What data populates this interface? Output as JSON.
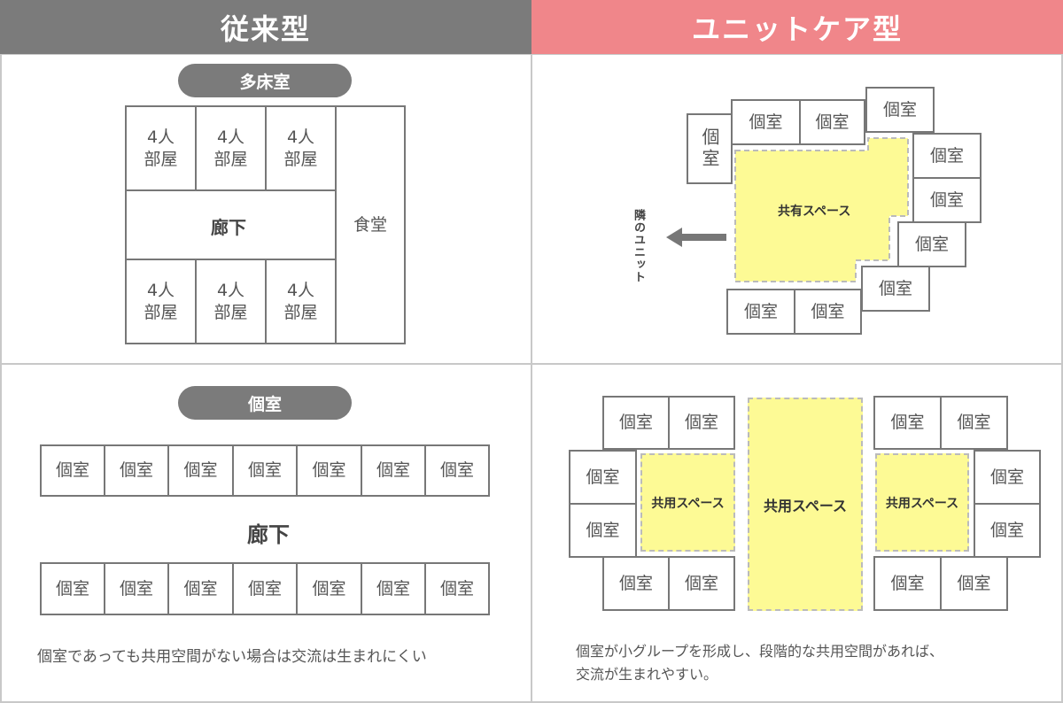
{
  "headers": {
    "traditional": "従来型",
    "unit_care": "ユニットケア型"
  },
  "colors": {
    "traditional_header": "#7b7b7b",
    "unit_header": "#f0868a",
    "shared_space": "#fdfa95"
  },
  "tl": {
    "pill": "多床室",
    "room4_line1": "4人",
    "room4_line2": "部屋",
    "corridor": "廊下",
    "dining": "食堂"
  },
  "bl": {
    "pill": "個室",
    "room": "個室",
    "corridor": "廊下",
    "caption": "個室であっても共用空間がない場合は交流は生まれにくい"
  },
  "tr": {
    "room": "個室",
    "shared": "共有スペース",
    "arrow_label": "隣のユニット"
  },
  "br": {
    "room": "個室",
    "shared_small": "共用スペース",
    "shared_center": "共用スペース",
    "caption_line1": "個室が小グループを形成し、段階的な共用空間があれば、",
    "caption_line2": "交流が生まれやすい。"
  }
}
